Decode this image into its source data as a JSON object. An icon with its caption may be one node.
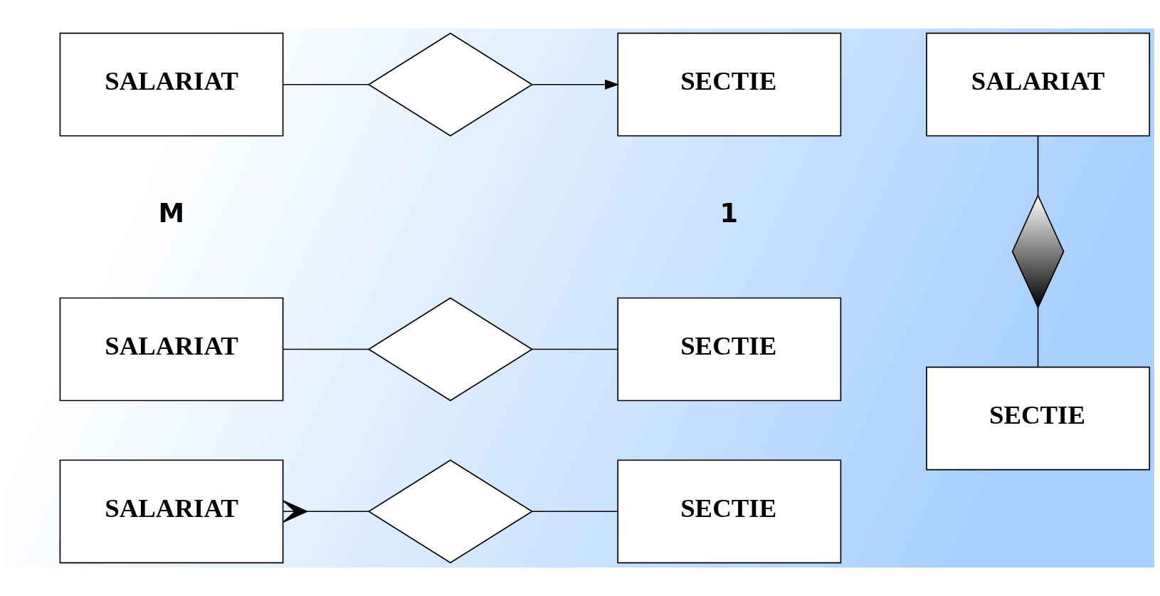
{
  "diagram": {
    "nodes": [
      {
        "text": [
          "SALARIAT"
        ]
      },
      {
        "text": [],
        "shape": "diamond"
      },
      {
        "text": [
          "SECTIE"
        ]
      },
      {
        "text": [
          "SALARIAT"
        ]
      },
      {
        "text": [],
        "shape": "diamond"
      },
      {
        "text": [
          "SECTIE"
        ]
      },
      {
        "text": [
          "SALARIAT"
        ]
      },
      {
        "text": [],
        "shape": "diamond"
      },
      {
        "text": [
          "SECTIE"
        ]
      },
      {
        "text": [
          "SALARIAT"
        ]
      },
      {
        "text": [],
        "shape": "diamond"
      },
      {
        "text": [
          "SECTIE"
        ]
      }
    ],
    "edges": [
      {
        "from": 0,
        "to": 1,
        "arrow": "none"
      },
      {
        "from": 1,
        "to": 2,
        "arrow": "to"
      },
      {
        "from": 3,
        "to": 4,
        "arrow": "none"
      },
      {
        "from": 4,
        "to": 5,
        "arrow": "none"
      },
      {
        "from": 6,
        "to": 7,
        "arrow": "other"
      },
      {
        "from": 7,
        "to": 8,
        "arrow": "none"
      },
      {
        "from": 9,
        "to": 10,
        "arrow": "none"
      },
      {
        "from": 10,
        "to": 11,
        "arrow": "none"
      }
    ],
    "labels": [
      "M",
      "1"
    ]
  }
}
